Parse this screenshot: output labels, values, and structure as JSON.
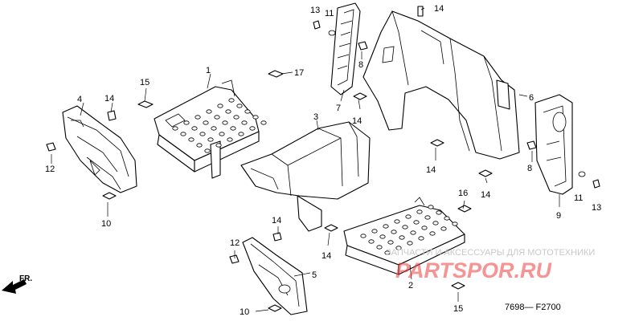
{
  "watermark": {
    "caption": "ЗАПЧАСТИ И АКСЕССУАРЫ ДЛЯ МОТОТЕХНИКИ",
    "logo": "PARTSPOR.RU"
  },
  "diagram_code": "7698— F2700",
  "front_label": "FR.",
  "callouts": {
    "c1": "1",
    "c2": "2",
    "c3": "3",
    "c4": "4",
    "c5": "5",
    "c6": "6",
    "c7": "7",
    "c8a": "8",
    "c8b": "8",
    "c9": "9",
    "c10a": "10",
    "c10b": "10",
    "c11a": "11",
    "c11b": "11",
    "c12a": "12",
    "c12b": "12",
    "c13a": "13",
    "c13b": "13",
    "c14a": "14",
    "c14b": "14",
    "c14c": "14",
    "c14d": "14",
    "c14e": "14",
    "c14f": "14",
    "c14g": "14",
    "c15a": "15",
    "c15b": "15",
    "c16": "16",
    "c17": "17"
  },
  "colors": {
    "line": "#000000",
    "watermark_logo": "#ee3b3b",
    "watermark_text": "#c8c8c8"
  }
}
